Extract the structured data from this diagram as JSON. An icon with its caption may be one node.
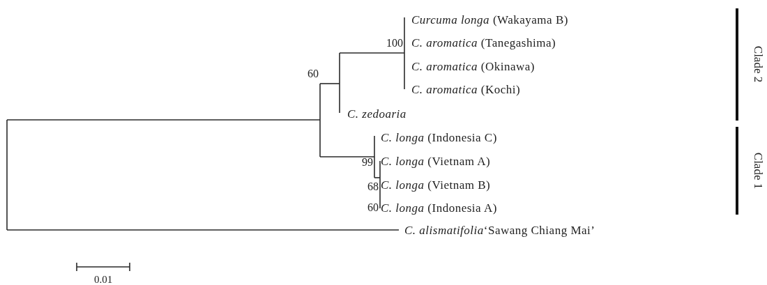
{
  "diagram": {
    "labels": [
      "*Curcuma longa* (Wakayama B)",
      "100",
      "*C. aromatica* (Tanegashima)",
      "*C. aromatica* (Okinawa)",
      "*C. aromatica* (Kochi)",
      "60",
      "*C. zedoaria*",
      "*C. longa* (Indonesia C)",
      "99",
      "*C. longa* (Vietnam A)",
      "68",
      "*C. longa* (Vietnam B)",
      "60",
      "*C. longa* (Indonesia A)",
      "*C. alismatifolia*‘Sawang Chiang Mai’",
      "Clade 2",
      "Clade 1",
      "0.01"
    ]
  }
}
